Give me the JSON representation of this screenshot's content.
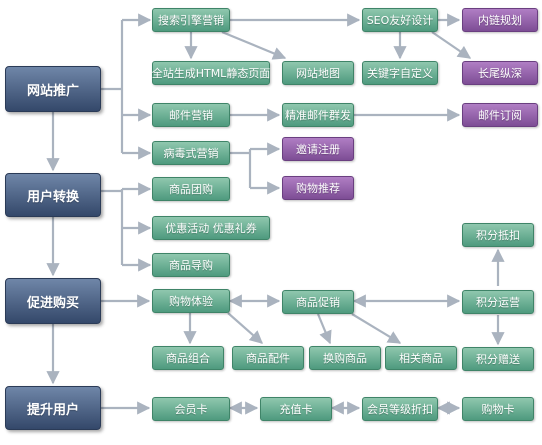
{
  "colors": {
    "main_box": "#3e5273",
    "green_box": "#5fa98a",
    "purple_box": "#8b5aa3",
    "connector": "#aab3bf"
  },
  "nodes": {
    "website_promotion": "网站推广",
    "user_conversion": "用户转换",
    "promote_purchase": "促进购买",
    "upgrade_user": "提升用户",
    "search_marketing": "搜索引擎营销",
    "site_static_html": "全站生成HTML静态页面",
    "site_map": "网站地图",
    "seo_friendly": "SEO友好设计",
    "keyword_custom": "关键字自定义",
    "internal_links": "内链规划",
    "long_tail": "长尾纵深",
    "email_marketing": "邮件营销",
    "precise_email": "精准邮件群发",
    "email_subscribe": "邮件订阅",
    "viral_marketing": "病毒式营销",
    "invite_register": "邀请注册",
    "shopping_recommend": "购物推荐",
    "group_buy": "商品团购",
    "promo_coupon": "优惠活动 优惠礼券",
    "product_guide": "商品导购",
    "points_deduct": "积分抵扣",
    "shopping_experience": "购物体验",
    "product_promotion": "商品促销",
    "points_operation": "积分运营",
    "product_combo": "商品组合",
    "product_accessory": "商品配件",
    "exchange_buy": "换购商品",
    "related_products": "相关商品",
    "points_gift": "积分赠送",
    "member_card": "会员卡",
    "recharge_card": "充值卡",
    "member_level_discount": "会员等级折扣",
    "shopping_card": "购物卡"
  }
}
